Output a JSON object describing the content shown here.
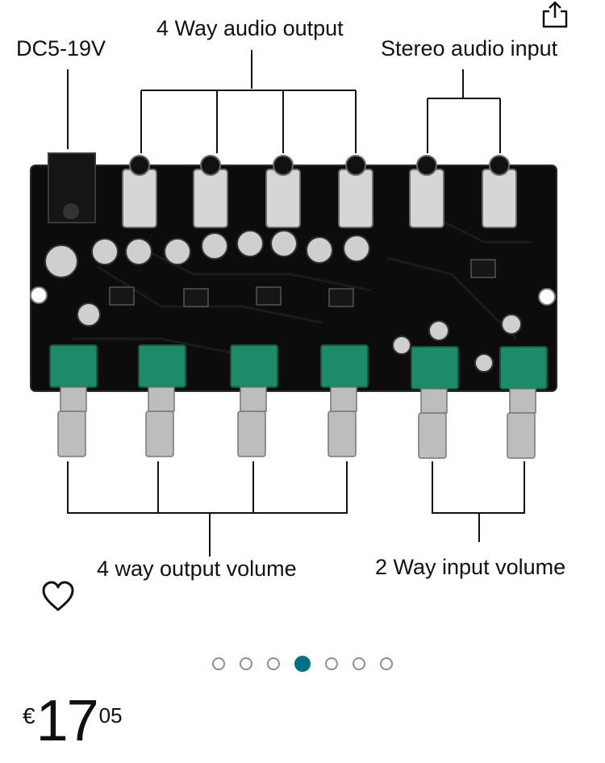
{
  "product_image": {
    "labels": {
      "power": "DC5-19V",
      "outputs": "4 Way audio output",
      "inputs": "Stereo audio input",
      "output_volume": "4 way output volume",
      "input_volume": "2 Way input volume"
    }
  },
  "actions": {
    "share_icon": "share-icon",
    "wishlist_icon": "heart-icon"
  },
  "carousel": {
    "total": 7,
    "active_index": 3
  },
  "price": {
    "currency": "€",
    "whole": "17",
    "fraction": "05"
  },
  "colors": {
    "accent": "#007185",
    "board": "#0c0c0c",
    "pot": "#1d8a6a"
  }
}
